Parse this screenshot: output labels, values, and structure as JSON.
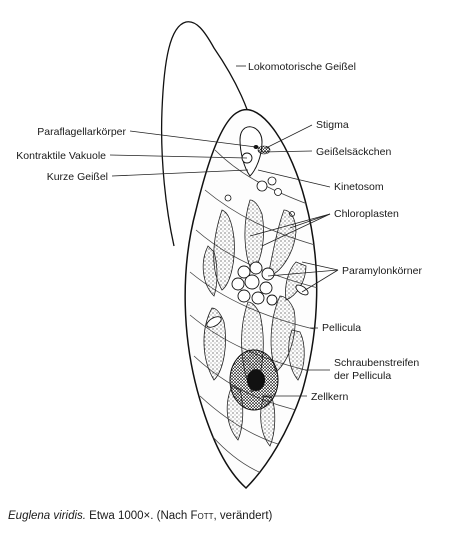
{
  "labels": {
    "lokomotorische_geissel": "Lokomotorische Geißel",
    "stigma": "Stigma",
    "paraflagellarkoerper": "Paraflagellarkörper",
    "geisselsaeckchen": "Geißelsäckchen",
    "kontraktile_vakuole": "Kontraktile Vakuole",
    "kurze_geissel": "Kurze Geißel",
    "kinetosom": "Kinetosom",
    "chloroplasten": "Chloroplasten",
    "paramylonkoerner": "Paramylonkörner",
    "pellicula": "Pellicula",
    "schraubenstreifen_1": "Schraubenstreifen",
    "schraubenstreifen_2": "der Pellicula",
    "zellkern": "Zellkern"
  },
  "caption": {
    "species": "Euglena viridis.",
    "magnification": " Etwa 1000×. (Nach ",
    "author": "Fott",
    "suffix": ", verändert)"
  }
}
